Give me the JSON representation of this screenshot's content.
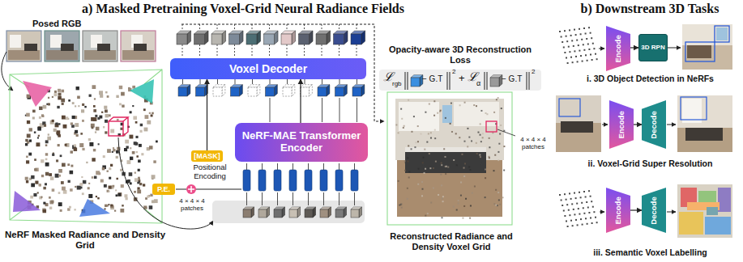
{
  "diagram": {
    "nodes": [
      {
        "text": [
          "Voxel Decoder"
        ]
      },
      {
        "text": [
          "[MASK]"
        ]
      },
      {
        "text": [
          "P.E."
        ]
      },
      {
        "text": [
          "NeRF-MAE Transformer Encoder"
        ]
      },
      {
        "text": [
          "Encode"
        ]
      },
      {
        "text": [
          "3D RPN"
        ]
      },
      {
        "text": [
          "Encode"
        ]
      },
      {
        "text": [
          "Decode"
        ]
      },
      {
        "text": [
          "Encode"
        ]
      },
      {
        "text": [
          "Decode"
        ]
      }
    ],
    "edges": [
      {
        "from": 3,
        "to": 0,
        "arrow": "to"
      },
      {
        "from": 1,
        "to": 0,
        "arrow": "to"
      },
      {
        "from": 4,
        "to": 5,
        "arrow": "to"
      },
      {
        "from": 6,
        "to": 7,
        "arrow": "to"
      },
      {
        "from": 8,
        "to": 9,
        "arrow": "to"
      }
    ],
    "labels": [
      "a) Masked Pretraining Voxel-Grid Neural Radiance Fields",
      "b) Downstream 3D Tasks",
      "Posed RGB",
      "NeRF Masked Radiance and Density Grid",
      "Positional Encoding",
      "4 × 4 × 4 patches",
      "Opacity-aware 3D Reconstruction Loss",
      "ℒ",
      "rgb",
      "− G.T",
      "2",
      "+",
      "ℒ",
      "α",
      "− G.T",
      "2",
      "Reconstructed Radiance and Density Voxel Grid",
      "4 × 4 × 4 patches",
      "i. 3D Object Detection in NeRFs",
      "ii. Voxel-Grid Super Resolution",
      "iii. Semantic Voxel Labelling"
    ]
  }
}
